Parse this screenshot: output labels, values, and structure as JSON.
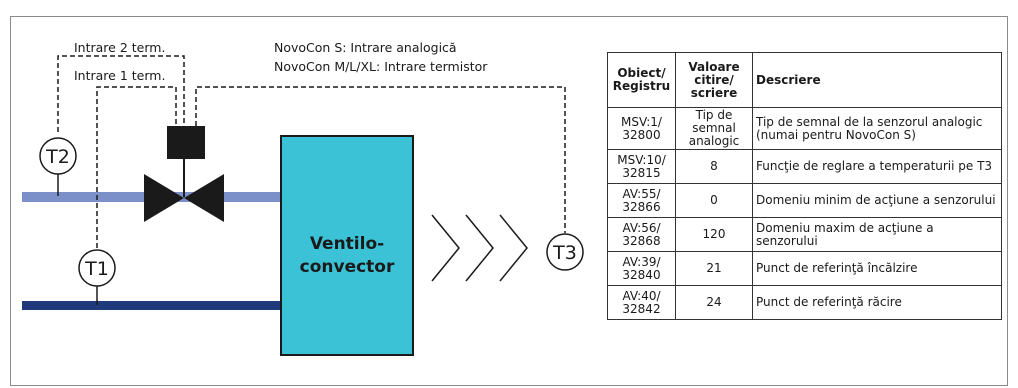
{
  "diagram": {
    "labels": {
      "input_2_term": "Intrare 2 term.",
      "input_1_term": "Intrare 1 term.",
      "novocon_s": "NovoCon S: Intrare analogică",
      "novocon_mlxl": "NovoCon M/L/XL: Intrare termistor"
    },
    "sensors": {
      "t1": "T1",
      "t2": "T2",
      "t3": "T3"
    },
    "unit_lines": [
      "Ventilo-",
      "convector"
    ],
    "colors": {
      "supply_pipe": "#7b90c8",
      "return_pipe": "#1e3a7a",
      "unit_fill": "#3cc2d6",
      "actuator": "#1a1a1a"
    }
  },
  "table": {
    "headers": [
      "Obiect/ Registru",
      "Valoare citire/ scriere",
      "Descriere"
    ],
    "rows": [
      [
        "MSV:1/ 32800",
        "Tip de semnal analogic",
        "Tip de semnal de la senzorul analogic (numai pentru NovoCon S)"
      ],
      [
        "MSV:10/ 32815",
        "8",
        "Funcţie de reglare a temperaturii pe T3"
      ],
      [
        "AV:55/ 32866",
        "0",
        "Domeniu minim de acţiune a senzorului"
      ],
      [
        "AV:56/ 32868",
        "120",
        "Domeniu maxim de acţiune a senzorului"
      ],
      [
        "AV:39/ 32840",
        "21",
        "Punct de referinţă încălzire"
      ],
      [
        "AV:40/ 32842",
        "24",
        "Punct de referinţă răcire"
      ]
    ]
  }
}
